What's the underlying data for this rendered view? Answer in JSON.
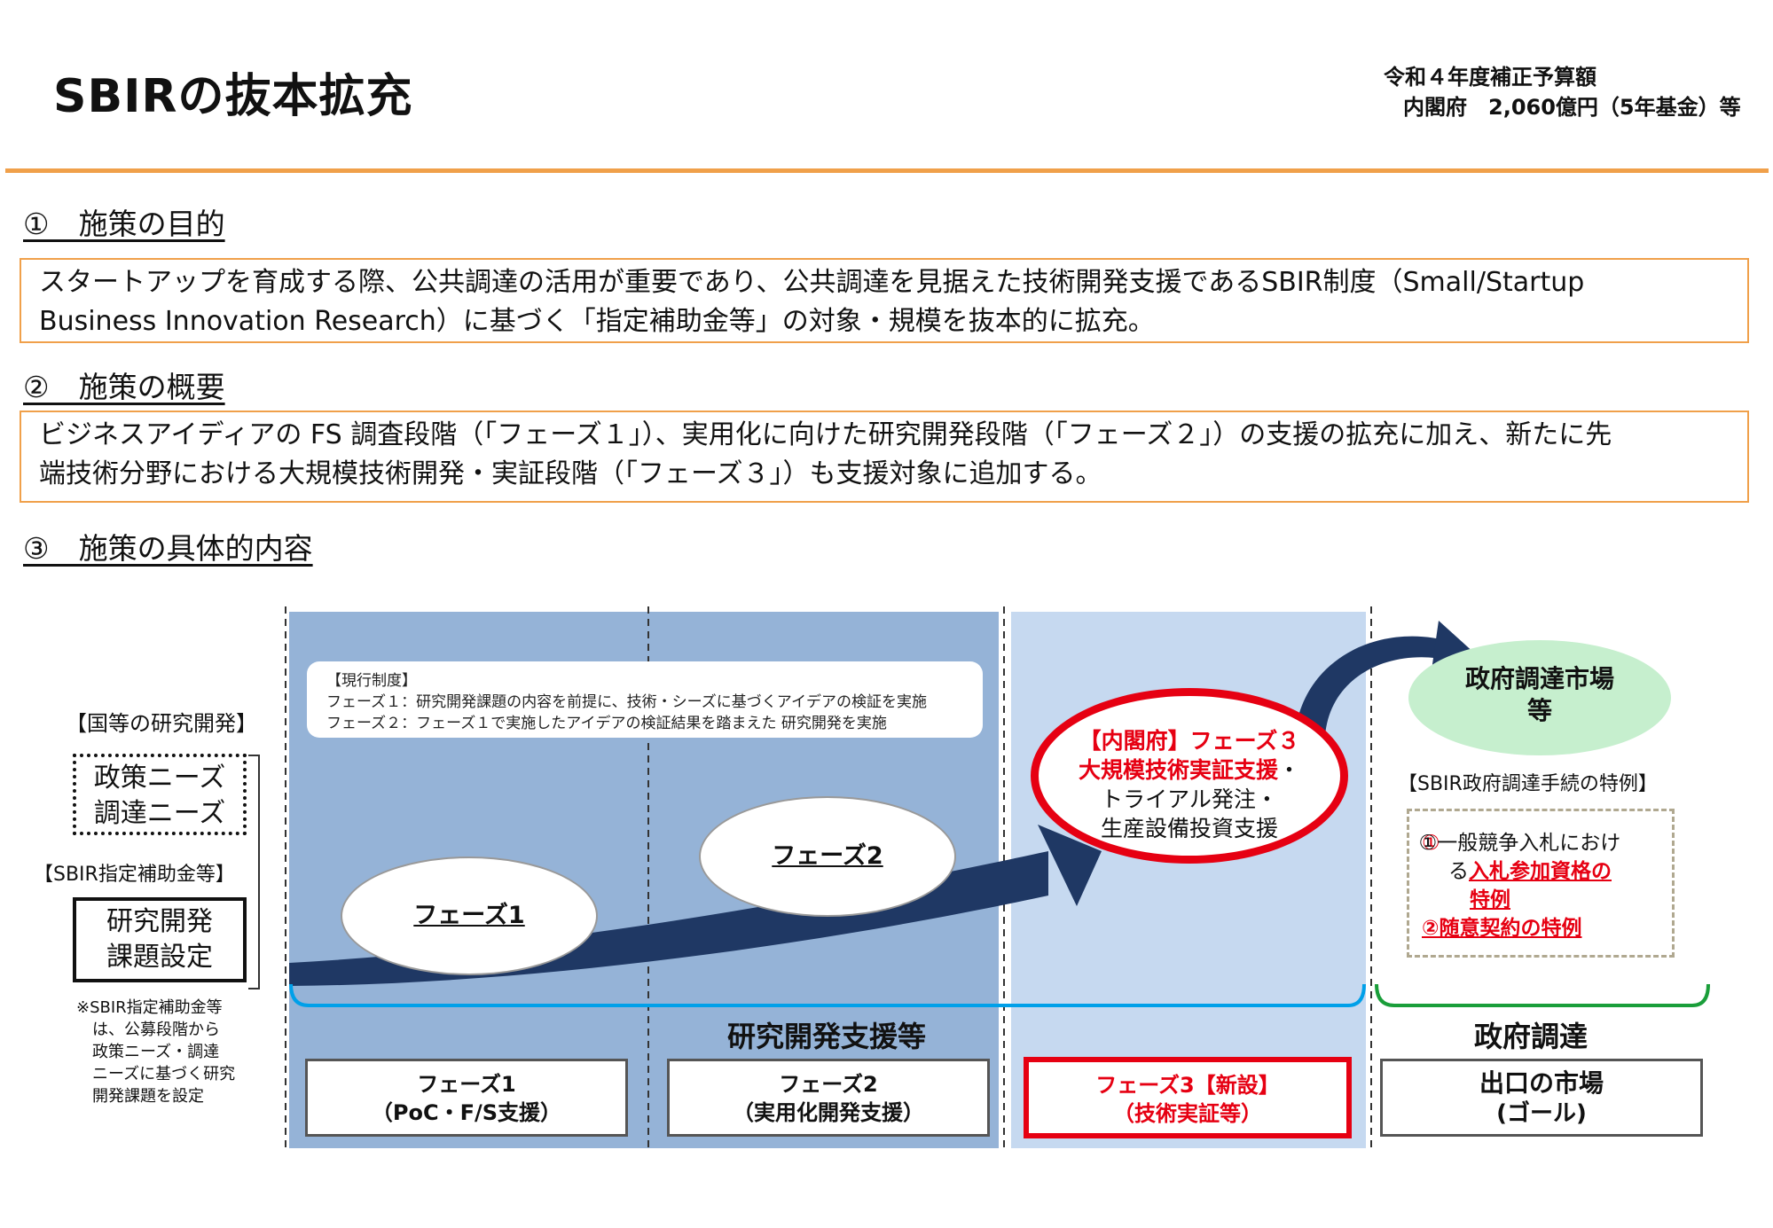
{
  "header": {
    "title": "SBIRの抜本拡充",
    "budget_line1": "令和４年度補正予算額",
    "budget_line2": "内閣府　2,060億円（5年基金）等"
  },
  "sections": {
    "purpose_heading": "①　施策の目的",
    "purpose_text_1": "スタートアップを育成する際、公共調達の活用が重要であり、公共調達を見据えた技術開発支援であるSBIR制度（Small/Startup",
    "purpose_text_2": "Business Innovation Research）に基づく「指定補助金等」の対象・規模を抜本的に拡充。",
    "overview_heading": "②　施策の概要",
    "overview_text_1": "ビジネスアイディアの FS 調査段階（「フェーズ１」）、実用化に向けた研究開発段階（「フェーズ２」）の支援の拡充に加え、新たに先",
    "overview_text_2": "端技術分野における大規模技術開発・実証段階（「フェーズ３」）も支援対象に追加する。",
    "details_heading": "③　施策の具体的内容"
  },
  "diagram": {
    "left": {
      "label_rd": "【国等の研究開発】",
      "needs_1": "政策ニーズ",
      "needs_2": "調達ニーズ",
      "label_subsidy": "【SBIR指定補助金等】",
      "topic_1": "研究開発",
      "topic_2": "課題設定",
      "note": [
        "※SBIR指定補助金等",
        "　は、公募段階から",
        "　政策ニーズ・調達",
        "　ニーズに基づく研究",
        "　開発課題を設定"
      ]
    },
    "current_system": {
      "title": "【現行制度】",
      "line1": "フェーズ１：研究開発課題の内容を前提に、技術・シーズに基づくアイデアの検証を実施",
      "line2": "フェーズ２：フェーズ１で実施したアイデアの検証結果を踏まえた 研究開発を実施"
    },
    "phase1_ellipse": "フェーズ1",
    "phase2_ellipse": "フェーズ2",
    "phase3_circle": {
      "line1": "【内閣府】フェーズ３",
      "line2": "大規模技術実証支援",
      "line2_suffix": "・",
      "line3": "トライアル発注・",
      "line4": "生産設備投資支援"
    },
    "market_ellipse": {
      "line1": "政府調達市場",
      "line2": "等"
    },
    "special": {
      "label": "【SBIR政府調達手続の特例】",
      "item1_a": "①一般競争入札におけ",
      "item1_b": "る",
      "item1_c": "入札参加資格の",
      "item1_d": "特例",
      "item2": "②随意契約の特例"
    },
    "bracket_rd": "研究開発支援等",
    "bracket_gov": "政府調達",
    "bottom": {
      "p1_line1": "フェーズ1",
      "p1_line2": "（PoC・F/S支援）",
      "p2_line1": "フェーズ2",
      "p2_line2": "（実用化開発支援）",
      "p3_line1": "フェーズ3【新設】",
      "p3_line2": "（技術実証等）",
      "goal_line1": "出口の市場",
      "goal_line2": "(ゴール)"
    },
    "colors": {
      "phase12_bg": "#95b3d7",
      "phase3_bg": "#c6d9f0",
      "arrow": "#1f3864",
      "accent_red": "#e60012",
      "market_green": "#c6efce",
      "orange_rule": "#f0a04a"
    }
  }
}
